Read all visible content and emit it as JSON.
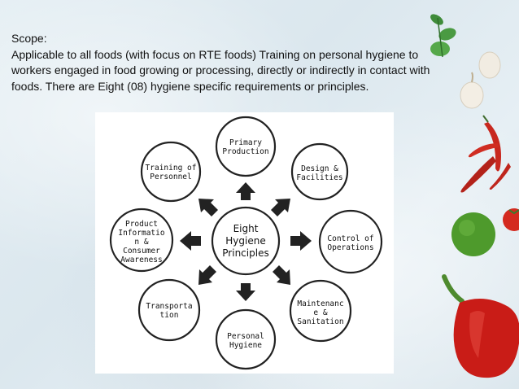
{
  "scope": {
    "heading": "Scope:",
    "line1": "Applicable to all foods (with focus on RTE foods) Training on personal hygiene to",
    "line2": "workers engaged in food growing or processing, directly or indirectly in contact with",
    "line3": "foods. There are Eight (08) hygiene specific requirements or principles."
  },
  "diagram": {
    "center": {
      "line1": "Eight",
      "line2": "Hygiene",
      "line3": "Principles"
    },
    "primary": {
      "line1": "Primary",
      "line2": "Production"
    },
    "design": {
      "line1": "Design &",
      "line2": "Facilities"
    },
    "control": {
      "line1": "Control of",
      "line2": "Operations"
    },
    "maint": {
      "line1": "Maintenanc",
      "line2": "e &",
      "line3": "Sanitation"
    },
    "personal": {
      "line1": "Personal",
      "line2": "Hygiene"
    },
    "transport": {
      "line1": "Transporta",
      "line2": "tion"
    },
    "product": {
      "line1": "Product",
      "line2": "Informatio",
      "line3": "n &",
      "line4": "Consumer",
      "line5": "Awareness"
    },
    "training": {
      "line1": "Training of",
      "line2": "Personnel"
    }
  }
}
